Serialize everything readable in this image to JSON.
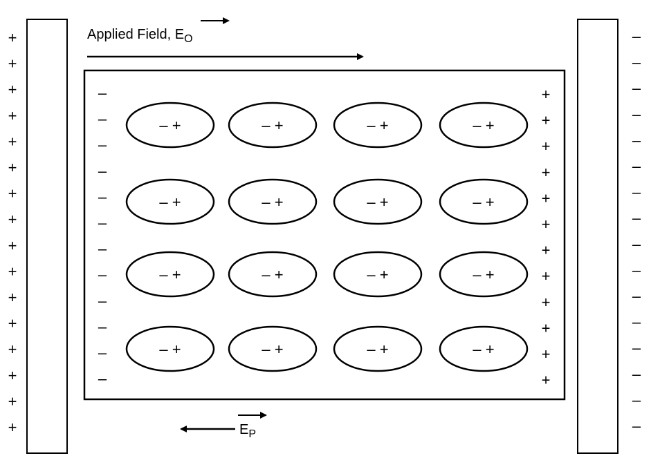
{
  "diagram": {
    "applied_field_label": "Applied Field, ",
    "applied_field_symbol": "E",
    "applied_field_subscript": "O",
    "polarization_field_symbol": "E",
    "polarization_field_subscript": "P",
    "plate_left_charge": "+",
    "plate_right_charge": "–",
    "dielectric_left_charge": "–",
    "dielectric_right_charge": "+",
    "dipole_label": "– +",
    "dipole_rows": 4,
    "dipole_cols": 4,
    "plate_charge_count": 16,
    "dielectric_charge_count": 12
  },
  "colors": {
    "stroke": "#000000",
    "background": "#ffffff"
  }
}
